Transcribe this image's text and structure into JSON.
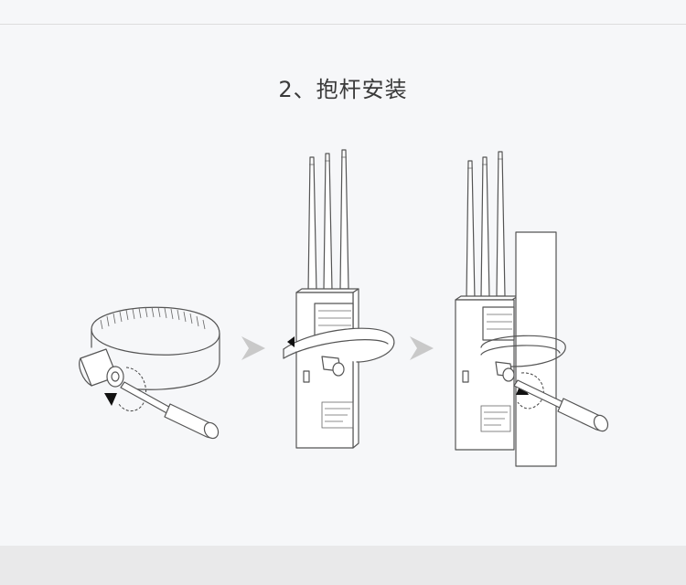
{
  "section_title": "2、抱杆安装",
  "steps": [
    {
      "id": "step-1",
      "depicts": "hose-clamp-with-screwdriver"
    },
    {
      "id": "step-2",
      "depicts": "clamp-threaded-through-access-point"
    },
    {
      "id": "step-3",
      "depicts": "access-point-tightened-on-pole"
    }
  ],
  "icons": [
    "chevron-right-icon",
    "chevron-right-icon",
    "rotation-arrow-icon"
  ],
  "colors": {
    "background": "#f6f7f9",
    "line": "#555555",
    "chevron": "#c9c9c9",
    "title": "#3a3a3a",
    "footer_band": "#e9e9ea"
  }
}
